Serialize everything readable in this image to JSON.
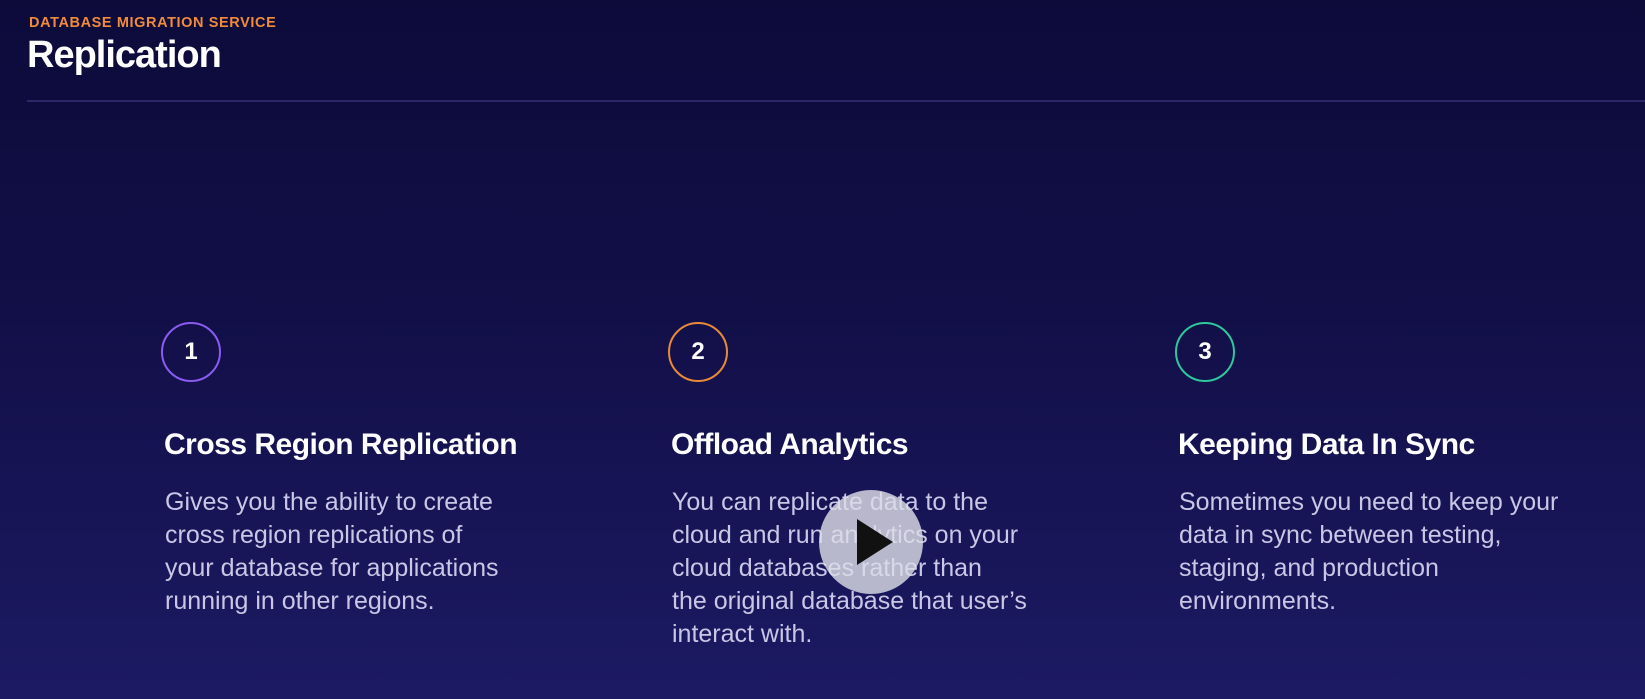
{
  "header": {
    "eyebrow": "DATABASE MIGRATION SERVICE",
    "title": "Replication"
  },
  "cards": [
    {
      "number": "1",
      "ring_color": "#8a5cf0",
      "title": "Cross Region Replication",
      "body_lines": [
        "Gives you the ability to create",
        "cross region replications of",
        "your database for applications",
        "running in other regions."
      ]
    },
    {
      "number": "2",
      "ring_color": "#e88a3a",
      "title": "Offload Analytics",
      "body_lines": [
        "You can replicate data to the",
        "cloud and run analytics on your",
        "cloud databases rather than",
        "the original database that user’s",
        "interact with."
      ]
    },
    {
      "number": "3",
      "ring_color": "#2fc79b",
      "title": "Keeping Data In Sync",
      "body_lines": [
        "Sometimes you need to keep your",
        "data in sync between testing,",
        "staging, and production",
        "environments."
      ]
    }
  ],
  "video_overlay": {
    "icon": "play-icon"
  },
  "colors": {
    "background": "#120f48",
    "accent": "#f08a3c",
    "body_text": "#c9c6e6"
  }
}
